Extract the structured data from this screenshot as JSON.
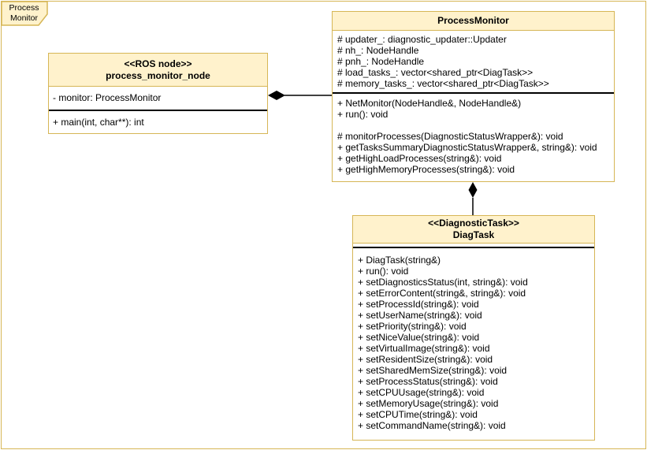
{
  "frame": {
    "tab_label": "Process Monitor"
  },
  "nodes": {
    "process_monitor_node": {
      "stereotype": "<<ROS node>>",
      "name": "process_monitor_node",
      "attributes": [
        "- monitor: ProcessMonitor"
      ],
      "methods": [
        "+ main(int, char**): int"
      ]
    },
    "process_monitor": {
      "name": "ProcessMonitor",
      "attributes": [
        "# updater_: diagnostic_updater::Updater",
        "# nh_: NodeHandle",
        "# pnh_: NodeHandle",
        "# load_tasks_: vector<shared_ptr<DiagTask>>",
        "# memory_tasks_: vector<shared_ptr<DiagTask>>"
      ],
      "methods": [
        "+ NetMonitor(NodeHandle&, NodeHandle&)",
        "+ run(): void",
        "",
        "# monitorProcesses(DiagnosticStatusWrapper&): void",
        "+ getTasksSummaryDiagnosticStatusWrapper&, string&): void",
        "+ getHighLoadProcesses(string&): void",
        "+ getHighMemoryProcesses(string&): void"
      ]
    },
    "diag_task": {
      "stereotype": "<<DiagnosticTask>>",
      "name": "DiagTask",
      "attributes": [],
      "methods": [
        "+ DiagTask(string&)",
        "+ run(): void",
        "+ setDiagnosticsStatus(int, string&): void",
        "+ setErrorContent(string&, string&): void",
        "+ setProcessId(string&): void",
        "+ setUserName(string&): void",
        "+ setPriority(string&): void",
        "+ setNiceValue(string&): void",
        "+ setVirtualImage(string&): void",
        "+ setResidentSize(string&): void",
        "+ setSharedMemSize(string&): void",
        "+ setProcessStatus(string&): void",
        "+ setCPUUsage(string&): void",
        "+ setMemoryUsage(string&): void",
        "+ setCPUTime(string&): void",
        "+ setCommandName(string&): void"
      ]
    }
  },
  "relations": [
    {
      "type": "composition",
      "from": "process_monitor_node",
      "to": "ProcessMonitor"
    },
    {
      "type": "composition",
      "from": "ProcessMonitor",
      "to": "DiagTask"
    }
  ],
  "colors": {
    "node_fill": "#FFF2CC",
    "node_stroke": "#D6B656",
    "text": "#000000",
    "background": "#FFFFFF"
  }
}
